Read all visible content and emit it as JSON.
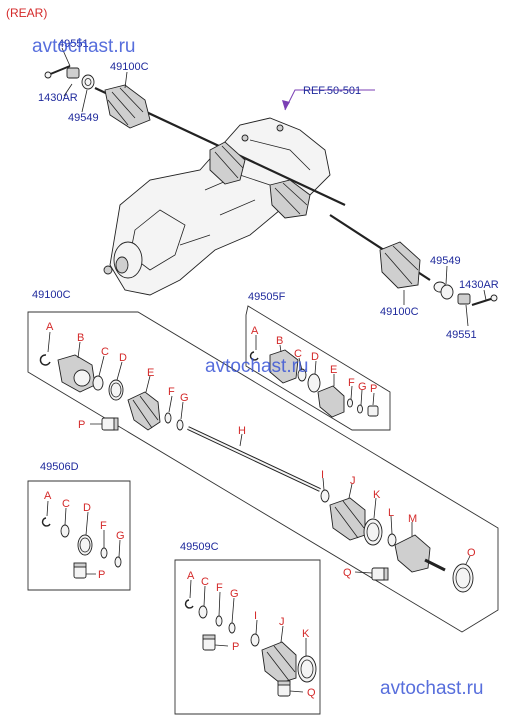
{
  "header": {
    "title": "(REAR)"
  },
  "watermarks": [
    "avtochast.ru",
    "avtochast.ru",
    "avtochast.ru"
  ],
  "top": {
    "ref": "REF.50-501",
    "left_labels": {
      "bolt": "1430AR",
      "nut": "49551",
      "washer": "49549",
      "shaft": "49100C"
    },
    "right_labels": {
      "washer": "49549",
      "bolt": "1430AR",
      "shaft": "49100C",
      "nut": "49551"
    }
  },
  "groups": {
    "main": {
      "code": "49100C"
    },
    "kit_f": {
      "code": "49505F"
    },
    "kit_d": {
      "code": "49506D"
    },
    "kit_c": {
      "code": "49509C"
    }
  },
  "letters": {
    "main": [
      "A",
      "B",
      "C",
      "D",
      "E",
      "F",
      "G",
      "P",
      "H",
      "I",
      "J",
      "K",
      "L",
      "M",
      "O",
      "Q"
    ],
    "kit_f": [
      "A",
      "B",
      "C",
      "D",
      "E",
      "F",
      "G",
      "P"
    ],
    "kit_d": [
      "A",
      "C",
      "D",
      "F",
      "G",
      "P"
    ],
    "kit_c": [
      "A",
      "C",
      "F",
      "G",
      "I",
      "J",
      "K",
      "P",
      "Q"
    ]
  },
  "colors": {
    "blue_label": "#1f2a9c",
    "red_letter": "#d42a2a",
    "watermark": "#3a55d6",
    "ref_arrow": "#7b3fb5"
  }
}
